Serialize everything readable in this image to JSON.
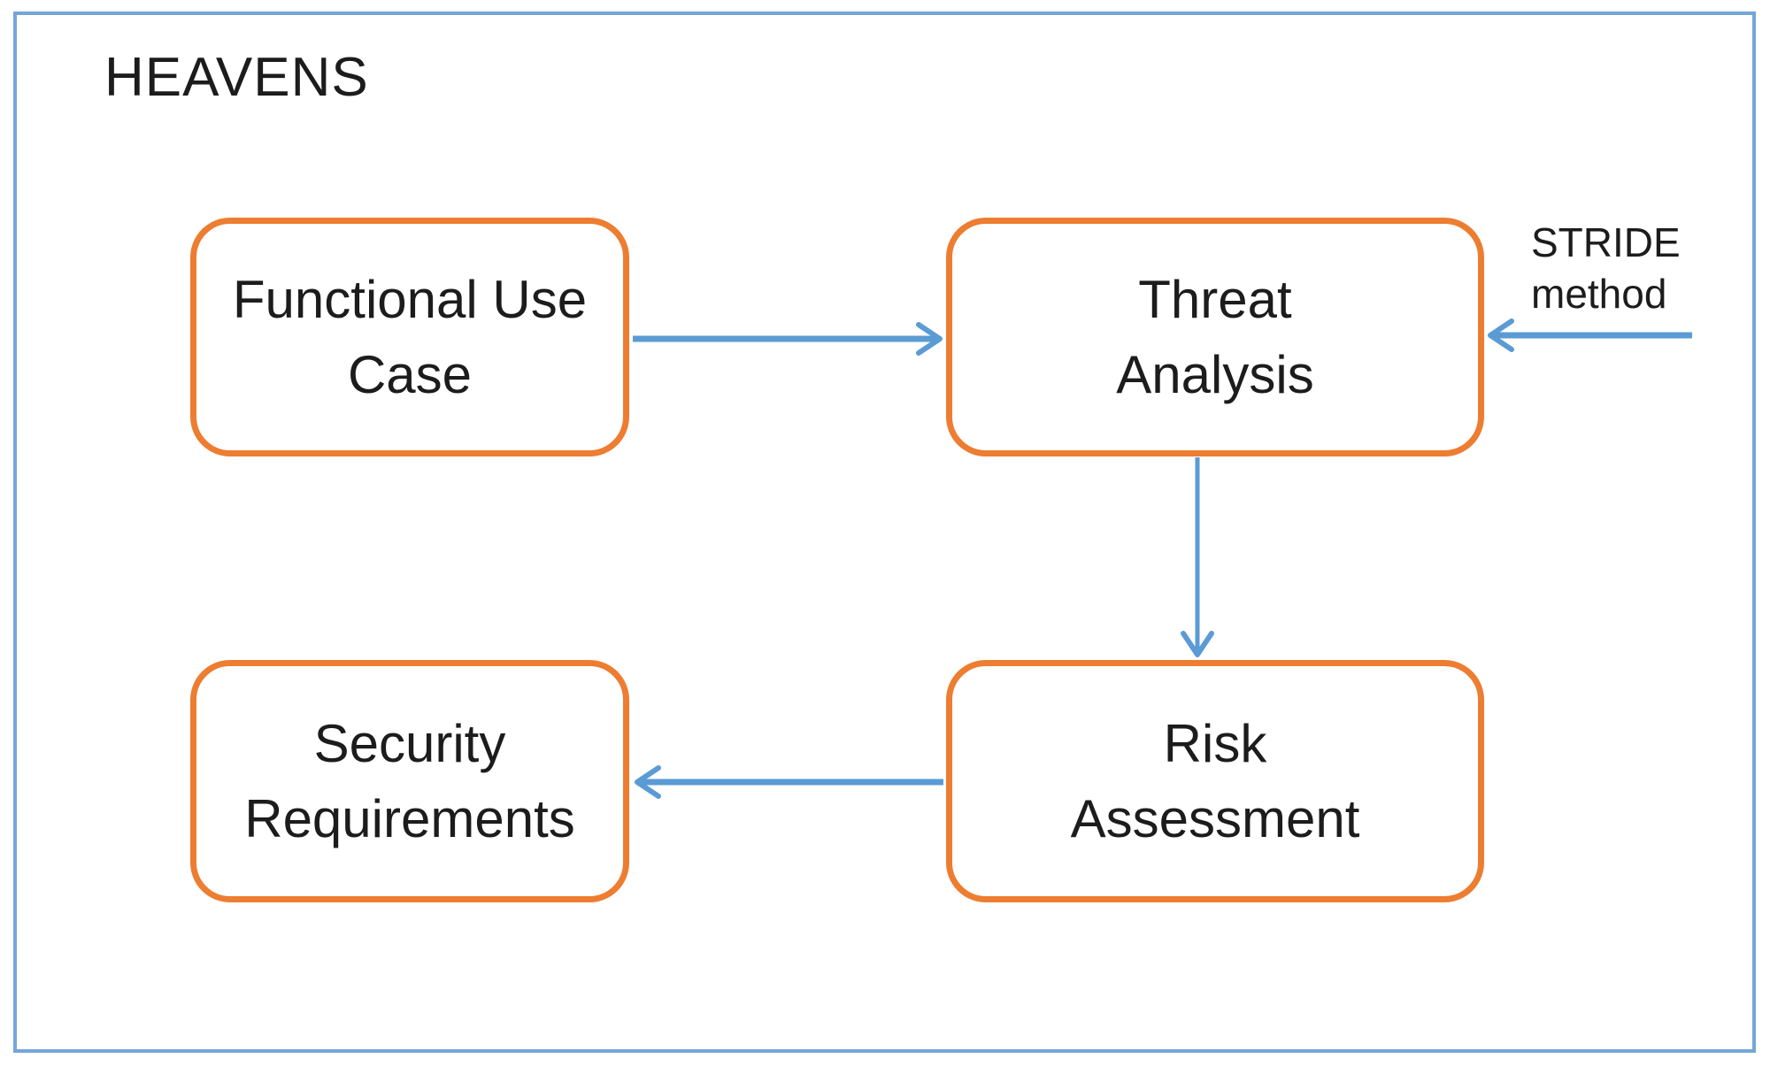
{
  "figure": {
    "title": "HEAVENS",
    "type": "flow-diagram"
  },
  "nodes": {
    "functional_use_case": {
      "label": "Functional Use\nCase"
    },
    "threat_analysis": {
      "label": "Threat\nAnalysis"
    },
    "security_requirements": {
      "label": "Security\nRequirements"
    },
    "risk_assessment": {
      "label": "Risk\nAssessment"
    }
  },
  "annotations": {
    "stride": {
      "label": "STRIDE\nmethod"
    }
  },
  "edges": [
    {
      "from": "functional_use_case",
      "to": "threat_analysis",
      "direction": "right"
    },
    {
      "from": "stride_method",
      "to": "threat_analysis",
      "direction": "left"
    },
    {
      "from": "threat_analysis",
      "to": "risk_assessment",
      "direction": "down"
    },
    {
      "from": "risk_assessment",
      "to": "security_requirements",
      "direction": "left"
    }
  ],
  "colors": {
    "node-border": "#ED7D31",
    "arrow": "#5B9BD5",
    "frame-border": "#74A6D8",
    "text": "#1c1c1c",
    "background": "#FFFFFF"
  }
}
